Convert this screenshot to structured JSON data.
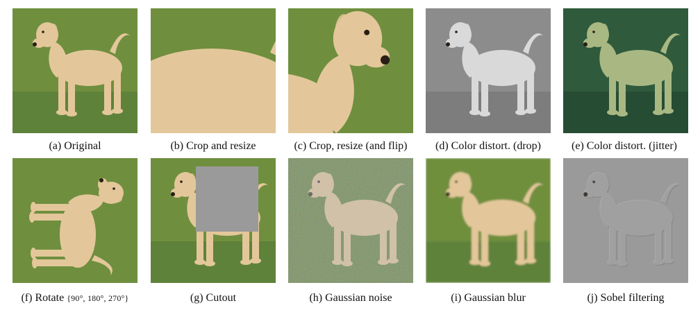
{
  "figure": {
    "panels": [
      {
        "caption": "(a) Original",
        "kind": "original"
      },
      {
        "caption": "(b) Crop and resize",
        "kind": "crop"
      },
      {
        "caption": "(c) Crop, resize (and flip)",
        "kind": "cropflip"
      },
      {
        "caption": "(d) Color distort. (drop)",
        "kind": "gray"
      },
      {
        "caption": "(e) Color distort. (jitter)",
        "kind": "jitter"
      },
      {
        "caption": "(f) Rotate",
        "caption_suffix": "{90°, 180°, 270°}",
        "kind": "rotate"
      },
      {
        "caption": "(g) Cutout",
        "kind": "cutout"
      },
      {
        "caption": "(h) Gaussian noise",
        "kind": "noise"
      },
      {
        "caption": "(i) Gaussian blur",
        "kind": "blur"
      },
      {
        "caption": "(j) Sobel filtering",
        "kind": "sobel"
      }
    ],
    "colors": {
      "grass": "#6f8f3e",
      "grass_dark": "#4f7330",
      "fur": "#e3c79a",
      "fur_light": "#f3e2c1",
      "cutout": "#9a9a9a"
    }
  }
}
